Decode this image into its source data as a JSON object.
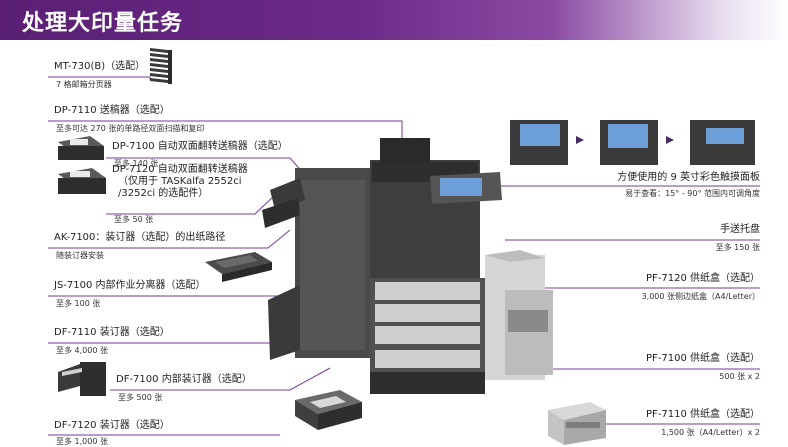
{
  "header": {
    "title": "处理大印量任务"
  },
  "left": [
    {
      "name": "MT-730(B)（选配）",
      "desc": "7 格邮箱分页器"
    },
    {
      "name": "DP-7110 送稿器（选配）",
      "desc": "至多可达 270 张的单路径双面扫描和复印"
    },
    {
      "name": "DP-7100 自动双面翻转送稿器（选配）",
      "desc": "至多 140 张"
    },
    {
      "name1": "DP-7120 自动双面翻转送稿器",
      "name2": "（仅用于 TASKalfa 2552ci",
      "name3": "/3252ci 的选配件）",
      "desc": "至多 50 张"
    },
    {
      "name": "AK-7100：装订器（选配）的出纸路径",
      "desc": "随装订器安装"
    },
    {
      "name": "JS-7100 内部作业分离器（选配）",
      "desc": "至多 100 张"
    },
    {
      "name": "DF-7110 装订器（选配）",
      "desc": "至多 4,000 张"
    },
    {
      "name": "DF-7100 内部装订器（选配）",
      "desc": "至多 500 张"
    },
    {
      "name": "DF-7120 装订器（选配）",
      "desc": "至多 1,000 张"
    }
  ],
  "right": [
    {
      "name": "方便使用的 9 英寸彩色触摸面板",
      "desc": "易于查看：15° - 90° 范围内可调角度"
    },
    {
      "name": "手送托盘",
      "desc": "至多 150 张"
    },
    {
      "name": "PF-7120 供纸盒（选配）",
      "desc": "3,000 张侧边纸盒（A4/Letter）"
    },
    {
      "name": "PF-7100 供纸盒（选配）",
      "desc": "500 张 x 2"
    },
    {
      "name": "PF-7110 供纸盒（选配）",
      "desc": "1,500 张（A4/Letter）x 2"
    }
  ],
  "colors": {
    "accent": "#6b2a87",
    "line": "#7a3a94"
  }
}
